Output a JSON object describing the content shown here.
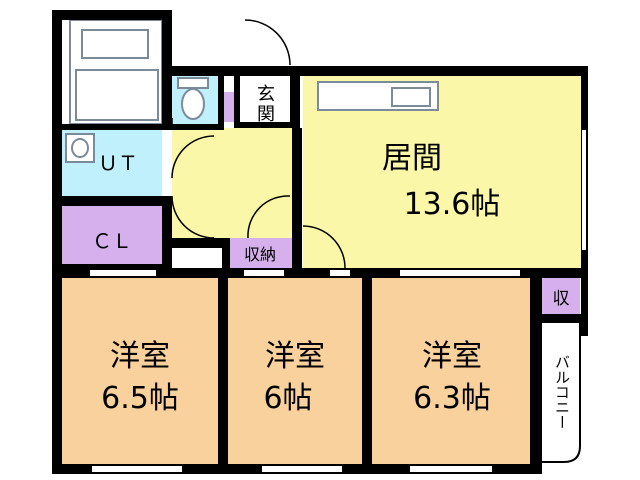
{
  "colors": {
    "living": "#fbf7a8",
    "bedroom": "#f8d19c",
    "storage": "#d6b0ec",
    "wet": "#bff0fb",
    "hall": "#fbf7a8",
    "wall": "#000000",
    "fixture": "#7d8a9a"
  },
  "rooms": {
    "living": {
      "name": "居間",
      "size": "13.6帖"
    },
    "western1": {
      "name": "洋室",
      "size": "6.5帖"
    },
    "western2": {
      "name": "洋室",
      "size": "6帖"
    },
    "western3": {
      "name": "洋室",
      "size": "6.3帖"
    },
    "closet": {
      "label": "ＣＬ"
    },
    "utility": {
      "label": "ＵＴ"
    },
    "entrance": {
      "line1": "玄",
      "line2": "関"
    },
    "storage_hall": {
      "label": "収納"
    },
    "storage_small": {
      "label": "収"
    },
    "balcony": {
      "label": "バルコニー"
    }
  }
}
